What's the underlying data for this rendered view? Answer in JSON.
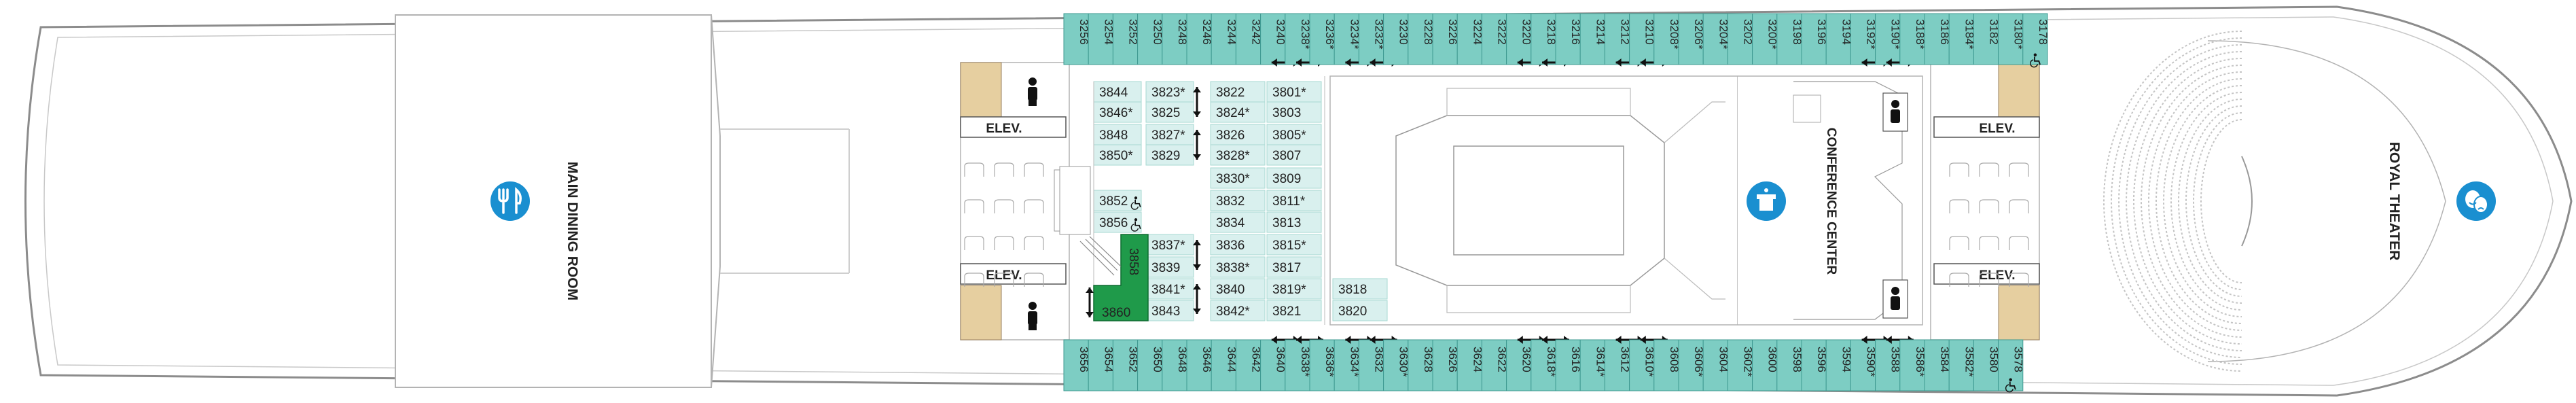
{
  "labels": {
    "main_dining_room": "MAIN DINING ROOM",
    "royal_theater": "ROYAL THEATER",
    "conference_center": "CONFERENCE CENTER",
    "elev": "ELEV."
  },
  "icons": {
    "dining": "fork-knife-icon",
    "theater": "theater-masks-icon",
    "conference": "podium-icon",
    "restroom": "person-icon",
    "accessible": "wheelchair-icon",
    "connecting": "double-arrow-icon"
  },
  "colors": {
    "cabin_fill": "#7dcdc3",
    "cabin_stroke": "#3f9a91",
    "inner_cabin_fill": "#d9f0ee",
    "suite_green": "#1f9a4a",
    "icon_blue": "#1a8fd0",
    "stairs": "#e6cfa0",
    "line": "#9a9a9a"
  },
  "top_row": {
    "cabins": [
      {
        "n": "3256"
      },
      {
        "n": "3254"
      },
      {
        "n": "3252"
      },
      {
        "n": "3250"
      },
      {
        "n": "3248"
      },
      {
        "n": "3246"
      },
      {
        "n": "3244"
      },
      {
        "n": "3242"
      },
      {
        "n": "3240",
        "c": true
      },
      {
        "n": "3238",
        "s": true,
        "c": true
      },
      {
        "n": "3236",
        "s": true
      },
      {
        "n": "3234",
        "s": true,
        "c": true
      },
      {
        "n": "3232",
        "s": true,
        "c": true
      },
      {
        "n": "3230"
      },
      {
        "n": "3228"
      },
      {
        "n": "3226"
      },
      {
        "n": "3224"
      },
      {
        "n": "3222"
      },
      {
        "n": "3220",
        "c": true
      },
      {
        "n": "3218",
        "c": true
      },
      {
        "n": "3216"
      },
      {
        "n": "3214"
      },
      {
        "n": "3212",
        "c": true
      },
      {
        "n": "3210",
        "c": true
      },
      {
        "n": "3208",
        "s": true
      },
      {
        "n": "3206",
        "s": true
      },
      {
        "n": "3204",
        "s": true
      },
      {
        "n": "3202"
      },
      {
        "n": "3200",
        "s": true
      },
      {
        "n": "3198"
      },
      {
        "n": "3196"
      },
      {
        "n": "3194"
      },
      {
        "n": "3192",
        "s": true,
        "c": true
      },
      {
        "n": "3190",
        "s": true,
        "c": true
      },
      {
        "n": "3188",
        "s": true
      },
      {
        "n": "3186"
      },
      {
        "n": "3184",
        "s": true
      },
      {
        "n": "3182"
      },
      {
        "n": "3180",
        "s": true
      },
      {
        "n": "3178",
        "a": true
      }
    ]
  },
  "bottom_row": {
    "cabins": [
      {
        "n": "3656"
      },
      {
        "n": "3654"
      },
      {
        "n": "3652"
      },
      {
        "n": "3650"
      },
      {
        "n": "3648"
      },
      {
        "n": "3646"
      },
      {
        "n": "3644"
      },
      {
        "n": "3642"
      },
      {
        "n": "3640",
        "c": true
      },
      {
        "n": "3638",
        "s": true,
        "c": true
      },
      {
        "n": "3636",
        "s": true
      },
      {
        "n": "3634",
        "s": true,
        "c": true
      },
      {
        "n": "3632",
        "c": true
      },
      {
        "n": "3630",
        "s": true
      },
      {
        "n": "3628"
      },
      {
        "n": "3626"
      },
      {
        "n": "3624"
      },
      {
        "n": "3622"
      },
      {
        "n": "3620",
        "c": true
      },
      {
        "n": "3618",
        "s": true,
        "c": true
      },
      {
        "n": "3616"
      },
      {
        "n": "3614",
        "s": true
      },
      {
        "n": "3612",
        "c": true
      },
      {
        "n": "3610",
        "s": true,
        "c": true
      },
      {
        "n": "3608"
      },
      {
        "n": "3606",
        "s": true
      },
      {
        "n": "3604"
      },
      {
        "n": "3602",
        "s": true
      },
      {
        "n": "3600"
      },
      {
        "n": "3598"
      },
      {
        "n": "3596"
      },
      {
        "n": "3594"
      },
      {
        "n": "3590",
        "s": true,
        "c": true
      },
      {
        "n": "3588",
        "c": true
      },
      {
        "n": "3586",
        "s": true
      },
      {
        "n": "3584"
      },
      {
        "n": "3582",
        "s": true
      },
      {
        "n": "3580"
      },
      {
        "n": "3578",
        "a": true
      }
    ]
  },
  "inner_cabins": [
    {
      "n": "3844",
      "s": false,
      "col": 0,
      "row": 0
    },
    {
      "n": "3846",
      "s": true,
      "col": 0,
      "row": 1
    },
    {
      "n": "3848",
      "s": false,
      "col": 0,
      "row": 2
    },
    {
      "n": "3850",
      "s": true,
      "col": 0,
      "row": 3
    },
    {
      "n": "3823",
      "s": true,
      "col": 1,
      "row": 0
    },
    {
      "n": "3825",
      "s": false,
      "col": 1,
      "row": 1
    },
    {
      "n": "3827",
      "s": true,
      "col": 1,
      "row": 2
    },
    {
      "n": "3829",
      "s": false,
      "col": 1,
      "row": 3
    },
    {
      "n": "3852",
      "s": false,
      "col": 0,
      "row": 5
    },
    {
      "n": "3856",
      "s": false,
      "col": 0,
      "row": 6
    },
    {
      "n": "3837",
      "s": true,
      "col": 1,
      "row": 7
    },
    {
      "n": "3839",
      "s": false,
      "col": 1,
      "row": 8
    },
    {
      "n": "3841",
      "s": true,
      "col": 1,
      "row": 9
    },
    {
      "n": "3843",
      "s": false,
      "col": 1,
      "row": 10
    },
    {
      "n": "3822",
      "s": false,
      "col": 2,
      "row": 0
    },
    {
      "n": "3824",
      "s": true,
      "col": 2,
      "row": 1
    },
    {
      "n": "3826",
      "s": false,
      "col": 2,
      "row": 2
    },
    {
      "n": "3828",
      "s": true,
      "col": 2,
      "row": 3
    },
    {
      "n": "3830",
      "s": true,
      "col": 2,
      "row": 4
    },
    {
      "n": "3832",
      "s": false,
      "col": 2,
      "row": 5
    },
    {
      "n": "3834",
      "s": false,
      "col": 2,
      "row": 6
    },
    {
      "n": "3836",
      "s": false,
      "col": 2,
      "row": 7
    },
    {
      "n": "3838",
      "s": true,
      "col": 2,
      "row": 8
    },
    {
      "n": "3840",
      "s": false,
      "col": 2,
      "row": 9
    },
    {
      "n": "3842",
      "s": true,
      "col": 2,
      "row": 10
    },
    {
      "n": "3801",
      "s": true,
      "col": 3,
      "row": 0
    },
    {
      "n": "3803",
      "s": false,
      "col": 3,
      "row": 1
    },
    {
      "n": "3805",
      "s": true,
      "col": 3,
      "row": 2
    },
    {
      "n": "3807",
      "s": false,
      "col": 3,
      "row": 3
    },
    {
      "n": "3809",
      "s": false,
      "col": 3,
      "row": 4
    },
    {
      "n": "3811",
      "s": true,
      "col": 3,
      "row": 5
    },
    {
      "n": "3813",
      "s": false,
      "col": 3,
      "row": 6
    },
    {
      "n": "3815",
      "s": true,
      "col": 3,
      "row": 7
    },
    {
      "n": "3817",
      "s": false,
      "col": 3,
      "row": 8
    },
    {
      "n": "3819",
      "s": true,
      "col": 3,
      "row": 9
    },
    {
      "n": "3821",
      "s": false,
      "col": 3,
      "row": 10
    },
    {
      "n": "3818",
      "s": false,
      "col": 4,
      "row": 9
    },
    {
      "n": "3820",
      "s": false,
      "col": 4,
      "row": 10
    }
  ],
  "suite": {
    "labels": [
      "3858",
      "3860"
    ]
  }
}
